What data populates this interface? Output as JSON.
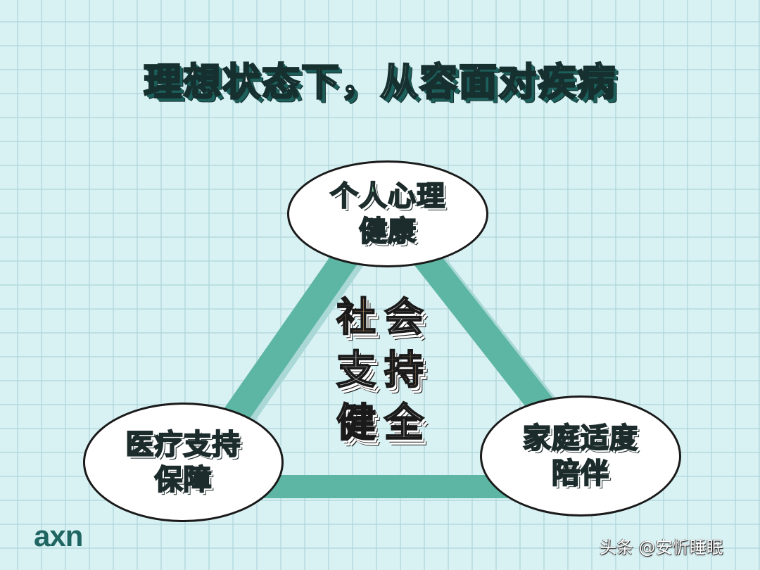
{
  "title": "理想状态下，从容面对疾病",
  "nodes": {
    "top": {
      "line1": "个人心理",
      "line2": "健康",
      "color": "#93d1a8"
    },
    "left": {
      "line1": "医疗支持",
      "line2": "保障",
      "color": "#8dc5e8"
    },
    "right": {
      "line1": "家庭适度",
      "line2": "陪伴",
      "color": "#93d1a8"
    }
  },
  "center": {
    "rows": [
      {
        "a": "社",
        "b": "会"
      },
      {
        "a": "支",
        "b": "持"
      },
      {
        "a": "健",
        "b": "全"
      }
    ],
    "accent_color": "#f5c48b"
  },
  "triangle_color": "#5db6a3",
  "background_color": "#d8f1f3",
  "logo": "axn",
  "credit": "头条 @安忻睡眠"
}
